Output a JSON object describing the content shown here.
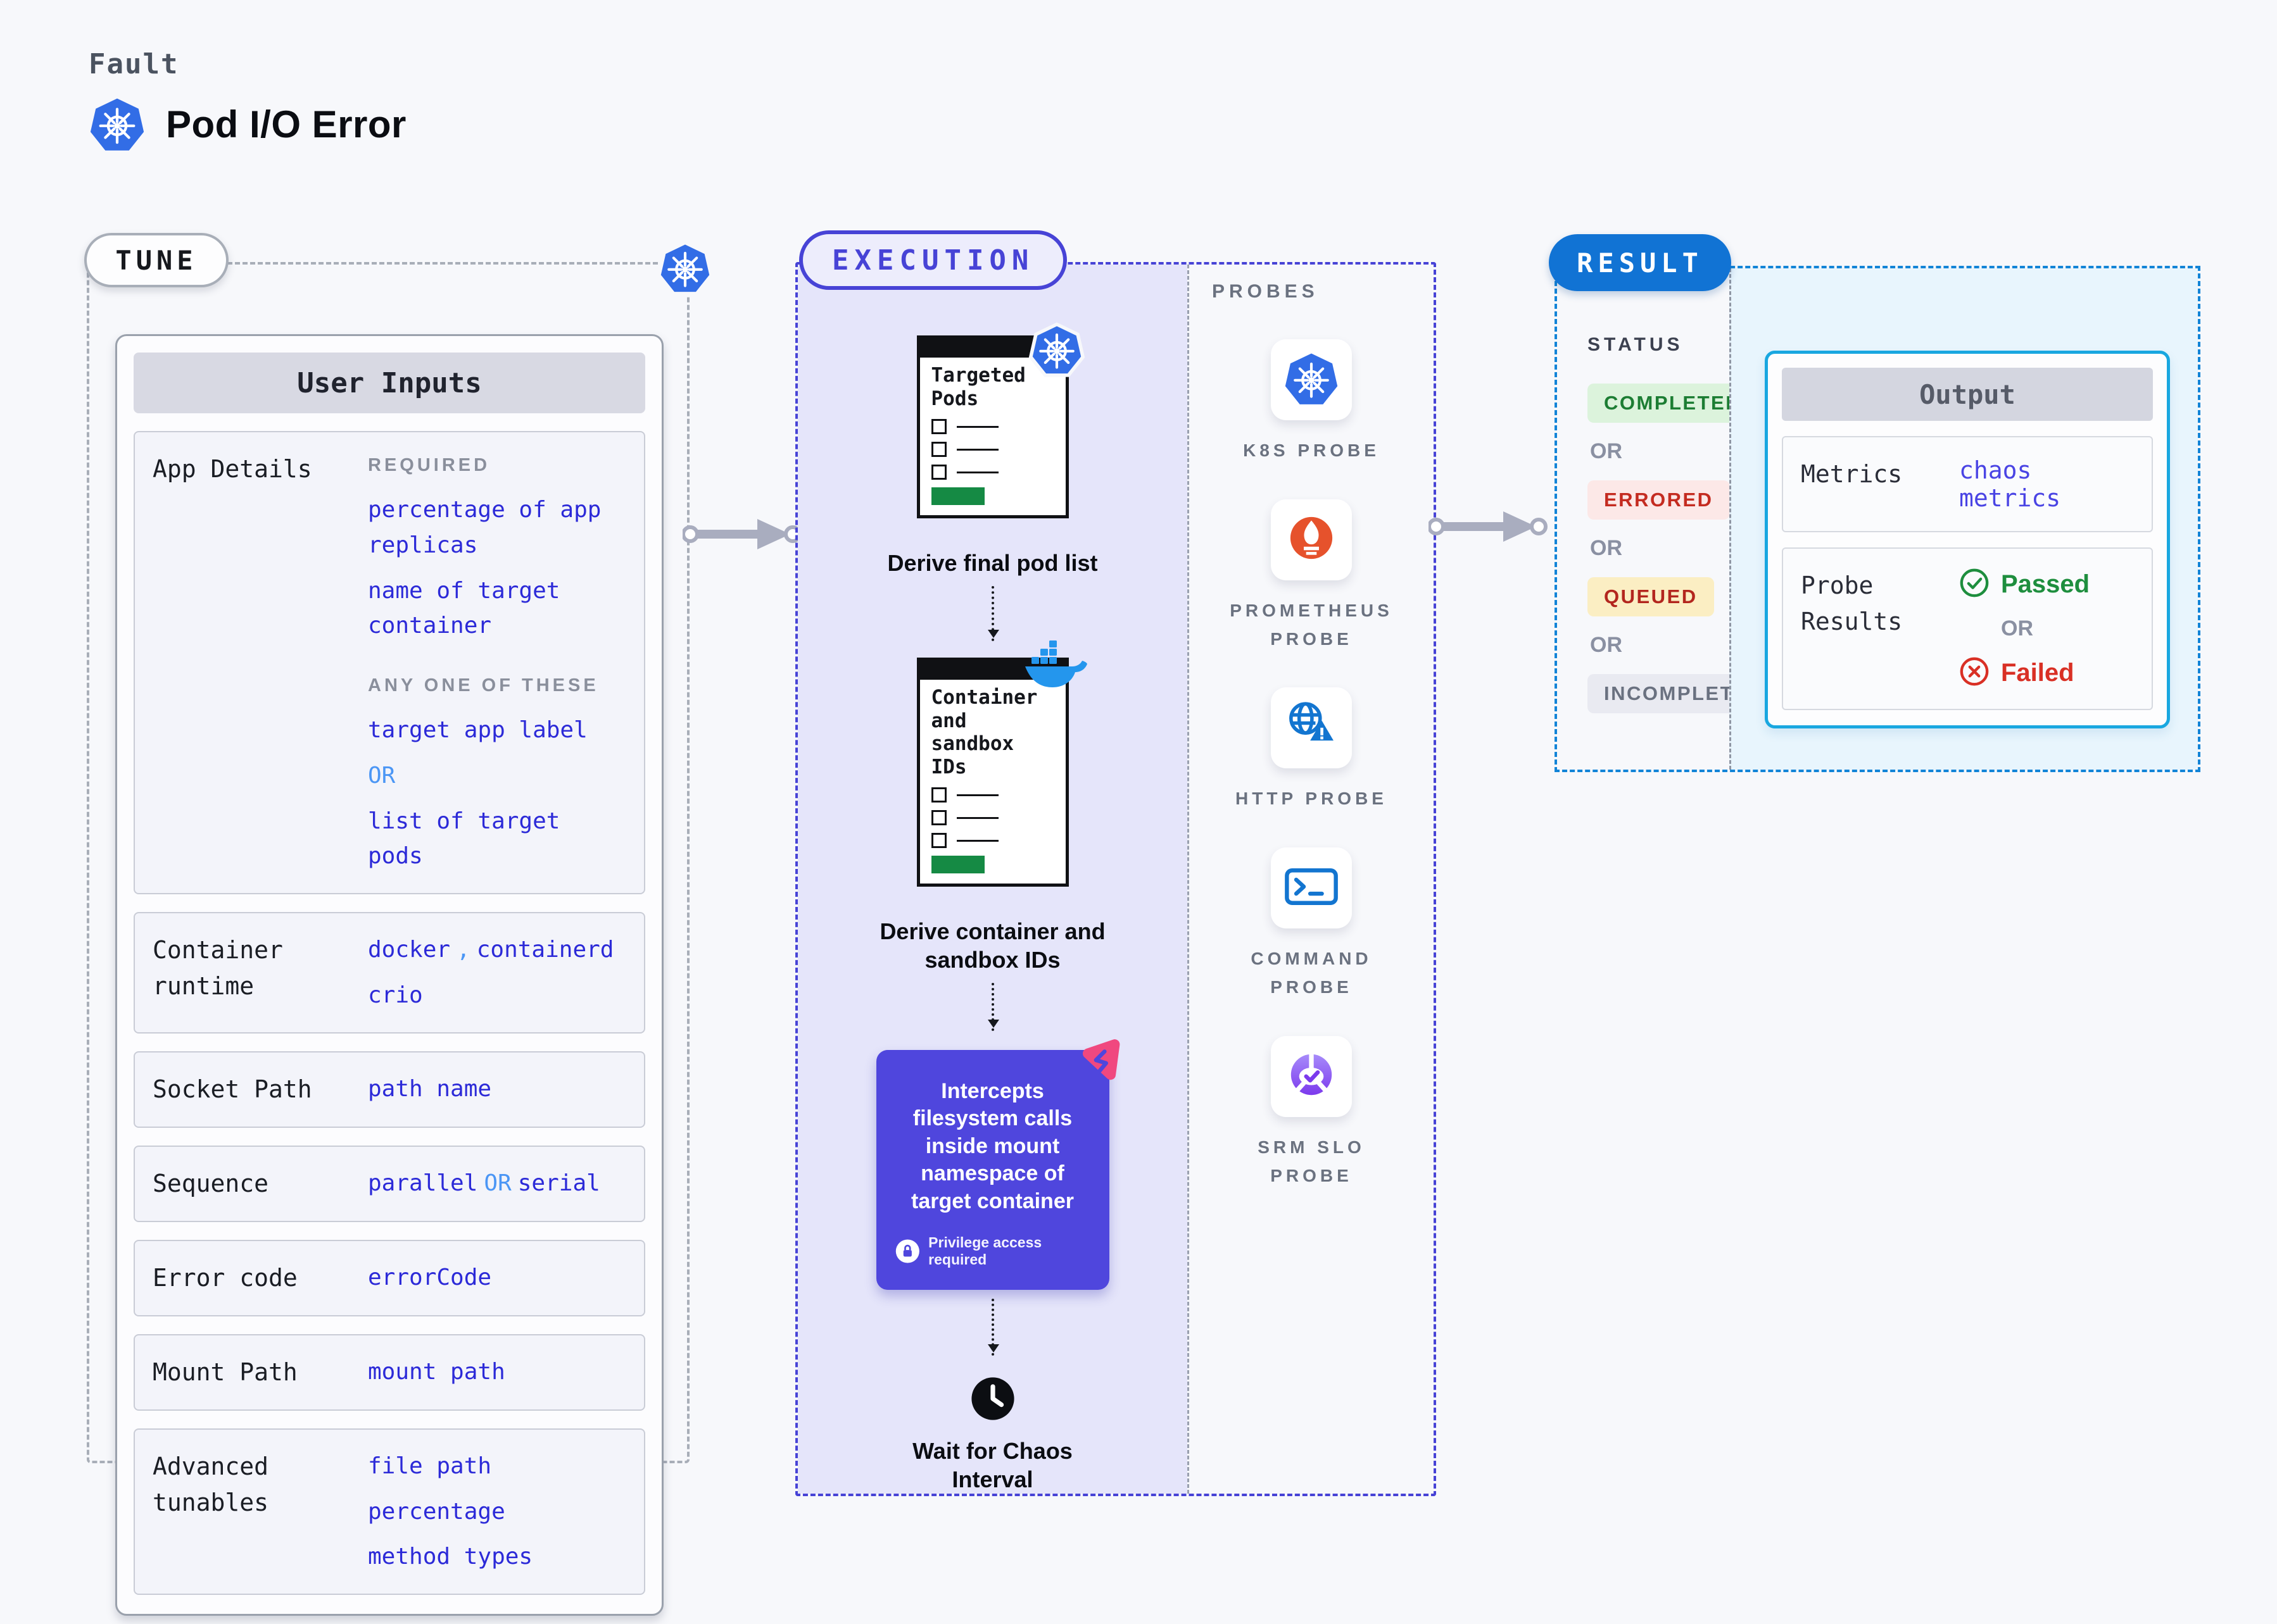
{
  "header": {
    "eyebrow": "Fault",
    "title": "Pod I/O Error"
  },
  "tune": {
    "pill": "TUNE",
    "card_title": "User Inputs",
    "rows": [
      {
        "label": "App Details",
        "req_heading": "REQUIRED",
        "req_items": [
          "percentage of app replicas",
          "name of target container"
        ],
        "any_heading": "ANY ONE OF THESE",
        "any_items": [
          "target app label",
          "list of target pods"
        ],
        "any_or": "OR"
      },
      {
        "label": "Container runtime",
        "v1": "docker",
        "comma": ",",
        "v2": "containerd",
        "v3": "crio"
      },
      {
        "label": "Socket Path",
        "v1": "path name"
      },
      {
        "label": "Sequence",
        "v1": "parallel",
        "or": "OR",
        "v2": "serial"
      },
      {
        "label": "Error code",
        "v1": "errorCode"
      },
      {
        "label": "Mount Path",
        "v1": "mount path"
      },
      {
        "label": "Advanced tunables",
        "v1": "file path",
        "v2": "percentage",
        "v3": "method types"
      }
    ]
  },
  "execution": {
    "pill": "EXECUTION",
    "doc1_title": "Targeted Pods",
    "step1_caption": "Derive final pod list",
    "doc2_title": "Container and sandbox IDs",
    "step2_caption": "Derive container and sandbox IDs",
    "intercept_text": "Intercepts filesystem calls inside mount namespace of target container",
    "privilege_note": "Privilege access required",
    "wait_caption": "Wait for Chaos Interval"
  },
  "probes": {
    "heading": "PROBES",
    "items": [
      {
        "icon": "k8s",
        "label": "K8S PROBE"
      },
      {
        "icon": "prometheus",
        "label": "PROMETHEUS PROBE"
      },
      {
        "icon": "http",
        "label": "HTTP PROBE"
      },
      {
        "icon": "command",
        "label": "COMMAND PROBE"
      },
      {
        "icon": "srm",
        "label": "SRM SLO PROBE"
      }
    ]
  },
  "result": {
    "pill": "RESULT",
    "status_heading": "STATUS",
    "statuses": [
      "COMPLETED",
      "ERRORED",
      "QUEUED",
      "INCOMPLETED"
    ],
    "or": "OR",
    "output": {
      "title": "Output",
      "metrics_label": "Metrics",
      "metrics_value": "chaos metrics",
      "probe_label": "Probe Results",
      "passed": "Passed",
      "failed": "Failed"
    }
  },
  "colors": {
    "page_bg": "#f7f8fb",
    "tune_border": "#a8aeb8",
    "value_blue": "#2c2ad8",
    "value_blue_light": "#4b96f5",
    "exec_accent": "#4743d6",
    "exec_fill": "#e5e5fa",
    "intercept_purple": "#4f46dd",
    "pink_badge": "#f0487f",
    "result_pill_blue": "#1173d4",
    "result_border": "#1284d7",
    "output_border": "#19a7e0",
    "output_bg": "#e8f5fd",
    "completed_green": "#1c7d33",
    "errored_red": "#c42b20",
    "queued_amber_bg": "#fbeec3",
    "passed_green": "#1e8e3e",
    "failed_red": "#d93025",
    "k8s_blue": "#326de6",
    "prometheus_orange": "#e6522c",
    "docker_blue": "#2496ed",
    "srm_purple": "#7c3aed",
    "doc_button_green": "#158a44"
  }
}
